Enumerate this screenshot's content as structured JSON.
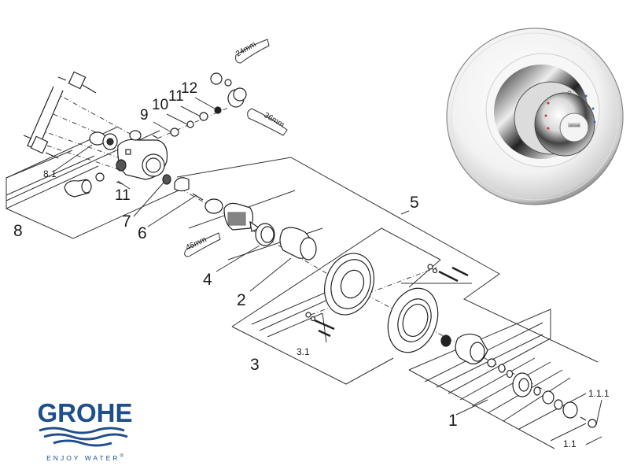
{
  "brand": {
    "name": "GROHE",
    "tagline": "ENJOY WATER",
    "registered_mark": "®",
    "color": "#1f4e8c"
  },
  "diagram": {
    "type": "exploded parts diagram",
    "subject": "Thermostatic shower valve (concealed)",
    "part_labels": [
      {
        "id": "1",
        "label": "1"
      },
      {
        "id": "1.1",
        "label": "1.1"
      },
      {
        "id": "1.1.1",
        "label": "1.1.1"
      },
      {
        "id": "2",
        "label": "2"
      },
      {
        "id": "3",
        "label": "3"
      },
      {
        "id": "3.1",
        "label": "3.1"
      },
      {
        "id": "4",
        "label": "4"
      },
      {
        "id": "5",
        "label": "5"
      },
      {
        "id": "6",
        "label": "6"
      },
      {
        "id": "7",
        "label": "7"
      },
      {
        "id": "8",
        "label": "8"
      },
      {
        "id": "8.1",
        "label": "8.1"
      },
      {
        "id": "9",
        "label": "9"
      },
      {
        "id": "10",
        "label": "10"
      },
      {
        "id": "11a",
        "label": "11"
      },
      {
        "id": "11b",
        "label": "11"
      },
      {
        "id": "12",
        "label": "12"
      }
    ],
    "wrenches": [
      {
        "id": "w24",
        "label": "24mm"
      },
      {
        "id": "w36",
        "label": "36mm"
      },
      {
        "id": "w46",
        "label": "46mm"
      }
    ],
    "product_photo": {
      "description": "chrome thermostatic shower valve with round wall plate",
      "badge": "GROHE"
    },
    "line_color": "#333333"
  }
}
